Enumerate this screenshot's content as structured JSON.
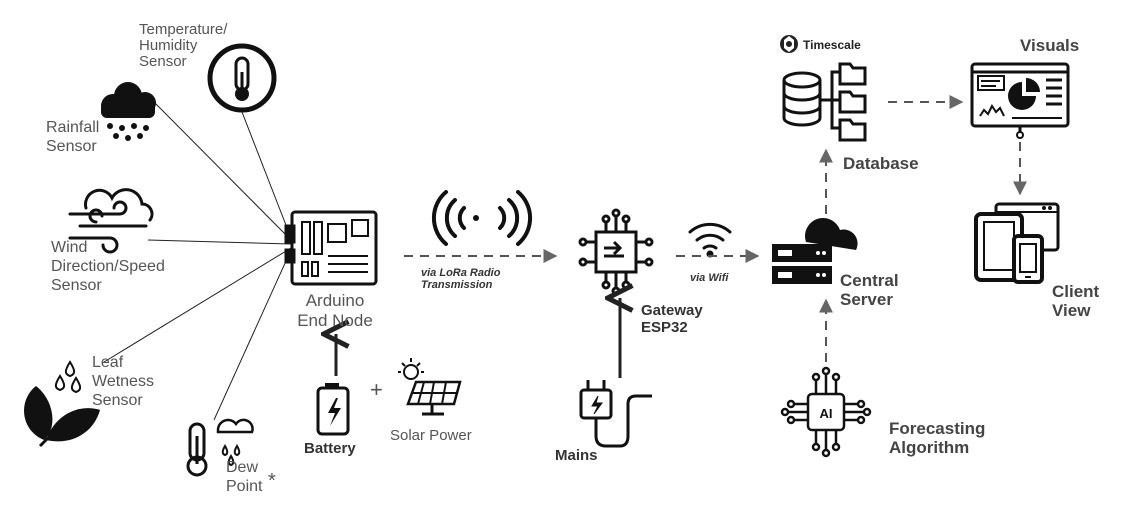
{
  "sensors": {
    "temperature_humidity": "Temperature/\nHumidity\nSensor",
    "rainfall": "Rainfall\nSensor",
    "wind": "Wind\nDirection/Speed\nSensor",
    "leaf_wetness": "Leaf\nWetness\nSensor",
    "dew_point": "Dew\nPoint",
    "dew_point_mark": "*"
  },
  "end_node": {
    "label": "Arduino\nEnd Node"
  },
  "power": {
    "battery": "Battery",
    "plus": "+",
    "solar": "Solar Power"
  },
  "links": {
    "lora": "via LoRa Radio\nTransmission",
    "wifi": "via Wifi"
  },
  "gateway": {
    "label": "Gateway\nESP32"
  },
  "mains": {
    "label": "Mains"
  },
  "server": {
    "label": "Central\nServer"
  },
  "database": {
    "label": "Database",
    "brand": "Timescale"
  },
  "visuals": {
    "label": "Visuals"
  },
  "client": {
    "label": "Client\nView"
  },
  "forecasting": {
    "label": "Forecasting\nAlgorithm",
    "chip": "AI"
  }
}
